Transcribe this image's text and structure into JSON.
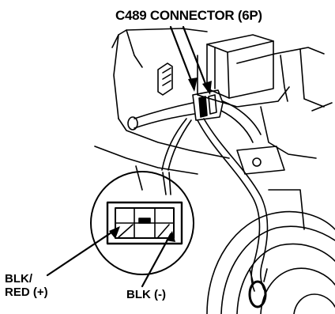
{
  "title": "C489 CONNECTOR (6P)",
  "labels": {
    "blk_red_line1": "BLK/",
    "blk_red_line2": "RED (+)",
    "blk_minus": "BLK (-)"
  },
  "colors": {
    "ink": "#000000",
    "background": "#ffffff"
  }
}
